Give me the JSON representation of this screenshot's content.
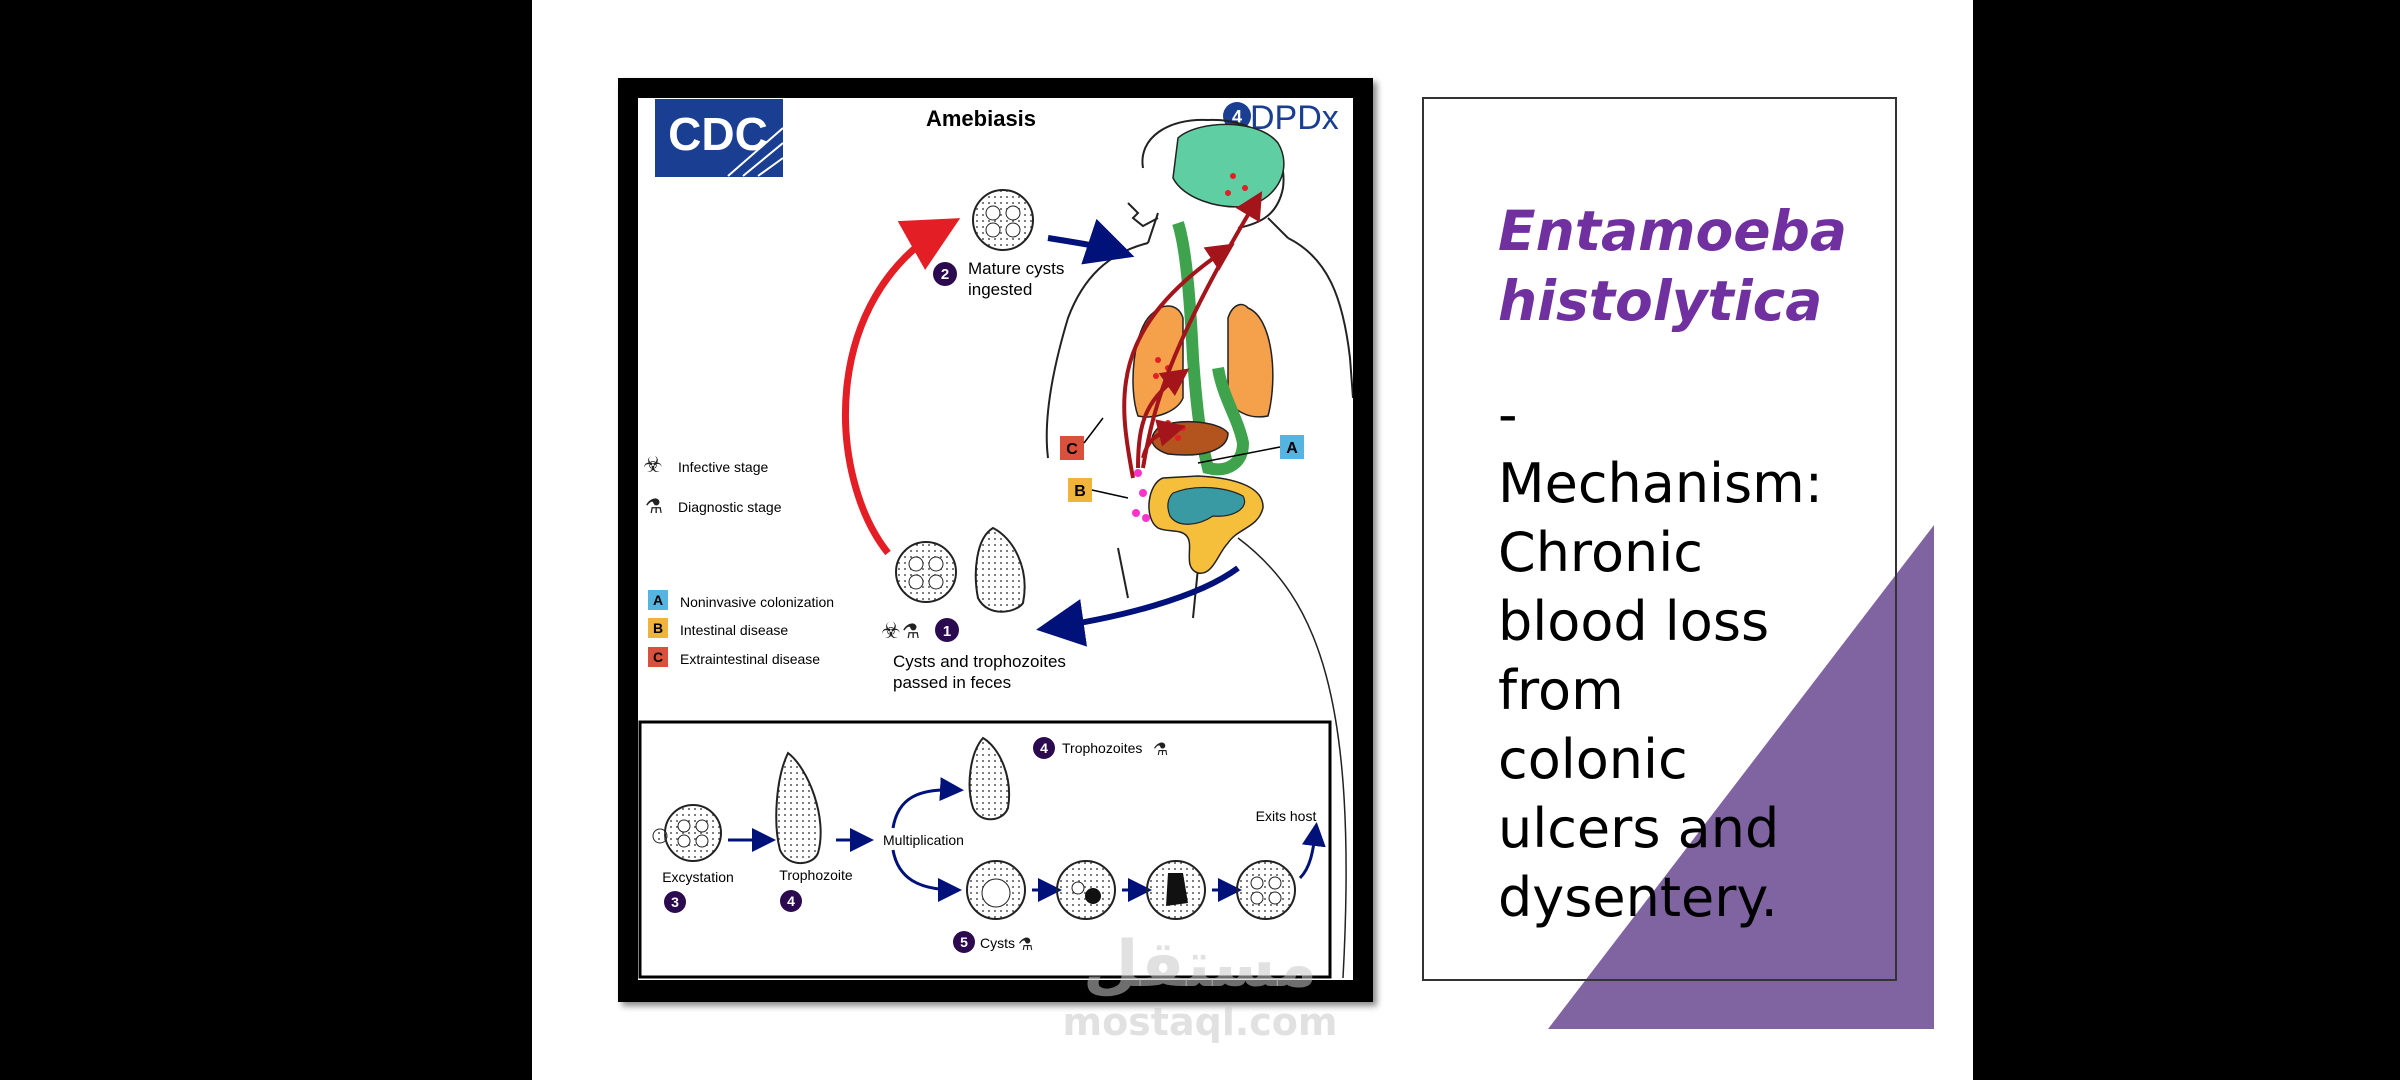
{
  "colors": {
    "title_purple": "#7030a0",
    "triangle_purple": "#8064a2",
    "cdc_blue": "#1a3e91",
    "arrow_red": "#e31e24",
    "arrow_navy": "#00117a",
    "step_circle": "#2b0a4f",
    "label_a": "#56b4e0",
    "label_b": "#f0b33c",
    "label_c": "#d9503c"
  },
  "slide": {
    "title": "Entamoeba histolytica",
    "body": [
      "-",
      "Mechanism:",
      "Chronic",
      "blood loss",
      "from",
      "colonic",
      "ulcers and",
      "dysentery."
    ]
  },
  "figure": {
    "cdc_logo": "CDC",
    "dpdx_logo": "DPDx",
    "title": "Amebiasis",
    "step1": "1",
    "step1_text": [
      "Cysts and trophozoites",
      "passed in feces"
    ],
    "step2": "2",
    "step2_text": [
      "Mature cysts",
      "ingested"
    ],
    "legend": {
      "infective": "Infective stage",
      "diagnostic": "Diagnostic stage",
      "a": {
        "key": "A",
        "label": "Noninvasive colonization"
      },
      "b": {
        "key": "B",
        "label": "Intestinal disease"
      },
      "c": {
        "key": "C",
        "label": "Extraintestinal disease"
      }
    },
    "inset": {
      "excystation": "Excystation",
      "step3": "3",
      "trophozoite": "Trophozoite",
      "step4a": "4",
      "multiplication": "Multiplication",
      "step4b": "4",
      "trophozoites": "Trophozoites",
      "step5": "5",
      "cysts": "Cysts",
      "exits": "Exits host"
    }
  },
  "watermark": {
    "arabic": "مستقل",
    "latin": "mostaql.com"
  }
}
